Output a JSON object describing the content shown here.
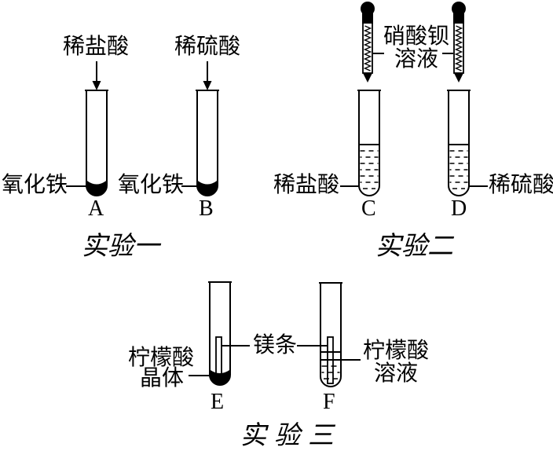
{
  "ink_color": "#000000",
  "background_color": "#ffffff",
  "experiment1": {
    "title": "实验一",
    "tube_a": {
      "letter": "A",
      "reagent_label": "稀盐酸",
      "solid_label": "氧化铁"
    },
    "tube_b": {
      "letter": "B",
      "reagent_label": "稀硫酸",
      "solid_label": "氧化铁"
    }
  },
  "experiment2": {
    "title": "实验二",
    "dropper_label_line1": "硝酸钡",
    "dropper_label_line2": "溶液",
    "tube_c": {
      "letter": "C",
      "liquid_label": "稀盐酸"
    },
    "tube_d": {
      "letter": "D",
      "liquid_label": "稀硫酸"
    }
  },
  "experiment3": {
    "title": "实验三",
    "mg_label": "镁条",
    "crystal_label_line1": "柠檬酸",
    "crystal_label_line2": "晶体",
    "solution_label_line1": "柠檬酸",
    "solution_label_line2": "溶液",
    "tube_e": {
      "letter": "E"
    },
    "tube_f": {
      "letter": "F"
    }
  }
}
